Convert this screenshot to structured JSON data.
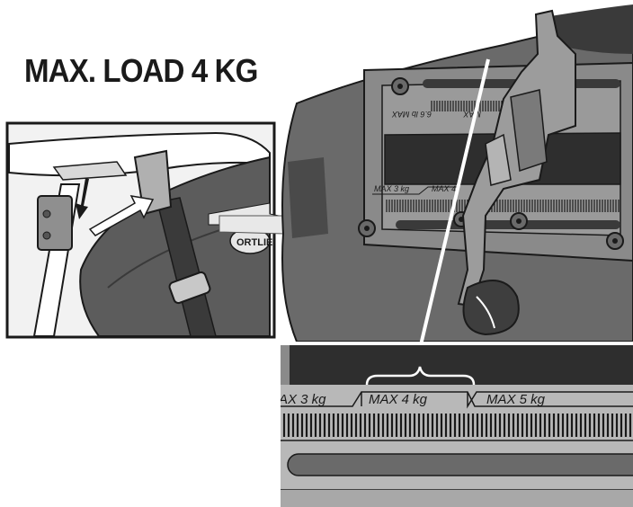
{
  "title": "MAX. LOAD 4 KG",
  "brand_logo_text": "ORTLIEB",
  "mount_labels": {
    "max3": "MAX 3 kg",
    "max4_partial": "MAX 4",
    "lb_mirrored": "6.6 lb MAX",
    "max_mirrored": "MAX"
  },
  "zoom_labels": {
    "left": "AX 3 kg",
    "center": "MAX 4 kg",
    "right": "MAX 5 kg"
  },
  "colors": {
    "line": "#1a1a1a",
    "plate": "#8a8a8a",
    "bag": "#5c5c5c",
    "dark": "#2e2e2e",
    "arrow_fill": "#e8e8e8"
  }
}
